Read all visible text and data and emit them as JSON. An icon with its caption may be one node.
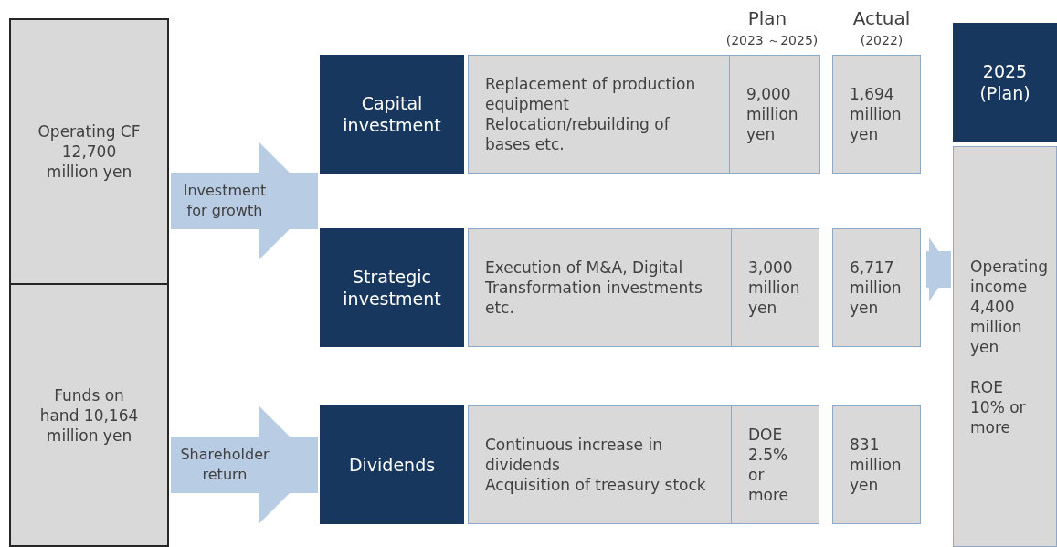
{
  "diagram": {
    "nodes": [
      {
        "text": [
          "Operating CF 12,700 million yen"
        ]
      },
      {
        "text": [
          "Funds on hand 10,164 million yen"
        ]
      },
      {
        "text": [
          "Capital investment"
        ]
      },
      {
        "text": [
          "Replacement of production equipment",
          "Relocation/rebuilding of bases etc."
        ]
      },
      {
        "text": [
          "9,000 million yen"
        ]
      },
      {
        "text": [
          "1,694 million yen"
        ]
      },
      {
        "text": [
          "Strategic investment"
        ]
      },
      {
        "text": [
          "Execution of M&A, Digital Transformation investments etc."
        ]
      },
      {
        "text": [
          "3,000 million yen"
        ]
      },
      {
        "text": [
          "6,717 million yen"
        ]
      },
      {
        "text": [
          "Dividends"
        ]
      },
      {
        "text": [
          "Continuous increase in dividends",
          "Acquisition of treasury stock"
        ]
      },
      {
        "text": [
          "DOE 2.5% or more"
        ]
      },
      {
        "text": [
          "831 million yen"
        ]
      },
      {
        "text": [
          "2025 (Plan)"
        ]
      },
      {
        "text": [
          "Operating income 4,400 million yen",
          "ROE 10% or more"
        ]
      }
    ],
    "edges": [
      {
        "from": 0,
        "to": 2,
        "arrow": "to",
        "label": "Investment for growth"
      },
      {
        "from": 0,
        "to": 6,
        "arrow": "to"
      },
      {
        "from": 1,
        "to": 10,
        "arrow": "to",
        "label": "Shareholder return"
      },
      {
        "from": 9,
        "to": 15,
        "arrow": "to"
      }
    ],
    "labels": [
      "Plan",
      "(2023 ～2025)",
      "Actual",
      "(2022)"
    ]
  }
}
